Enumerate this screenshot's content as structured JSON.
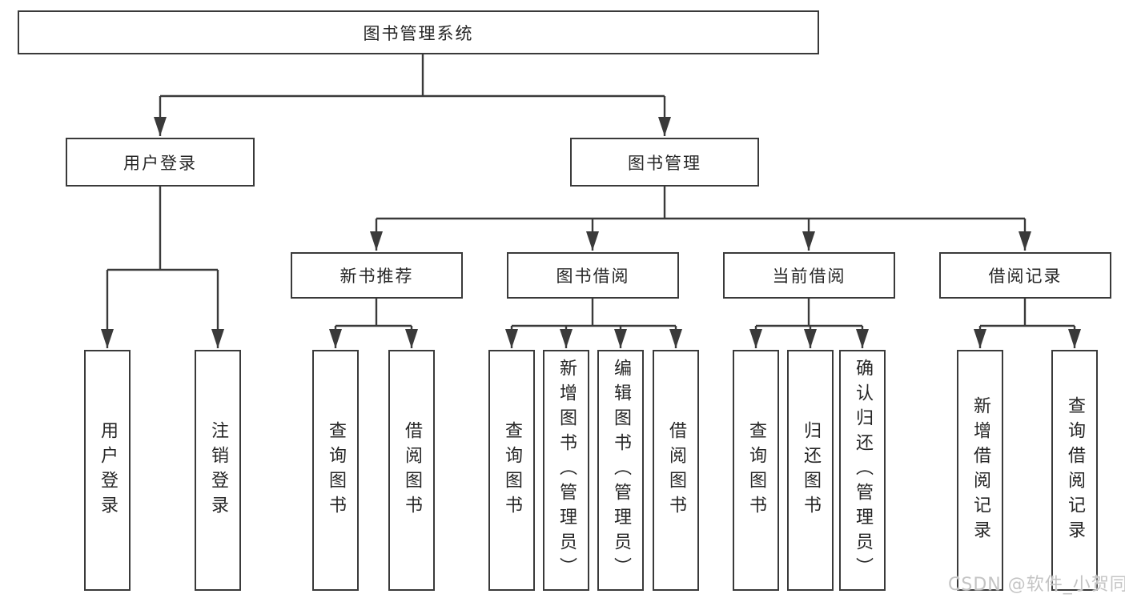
{
  "diagram": {
    "tree": {
      "root": {
        "label": "图书管理系统"
      },
      "branches": [
        {
          "label": "用户登录",
          "leaves": [
            {
              "label": "用户登录"
            },
            {
              "label": "注销登录"
            }
          ]
        },
        {
          "label": "图书管理",
          "sections": [
            {
              "label": "新书推荐",
              "leaves": [
                {
                  "label": "查询图书"
                },
                {
                  "label": "借阅图书"
                }
              ]
            },
            {
              "label": "图书借阅",
              "leaves": [
                {
                  "label": "查询图书"
                },
                {
                  "label": "新增图书（管理员）"
                },
                {
                  "label": "编辑图书（管理员）"
                },
                {
                  "label": "借阅图书"
                }
              ]
            },
            {
              "label": "当前借阅",
              "leaves": [
                {
                  "label": "查询图书"
                },
                {
                  "label": "归还图书"
                },
                {
                  "label": "确认归还（管理员）"
                }
              ]
            },
            {
              "label": "借阅记录",
              "leaves": [
                {
                  "label": "新增借阅记录"
                },
                {
                  "label": "查询借阅记录"
                }
              ]
            }
          ]
        }
      ]
    },
    "watermark": "CSDN @软件_小贺同学",
    "colors": {
      "line": "#3a3a3a",
      "text": "#262626",
      "background": "#ffffff",
      "watermark": "#c4c4c4"
    }
  }
}
